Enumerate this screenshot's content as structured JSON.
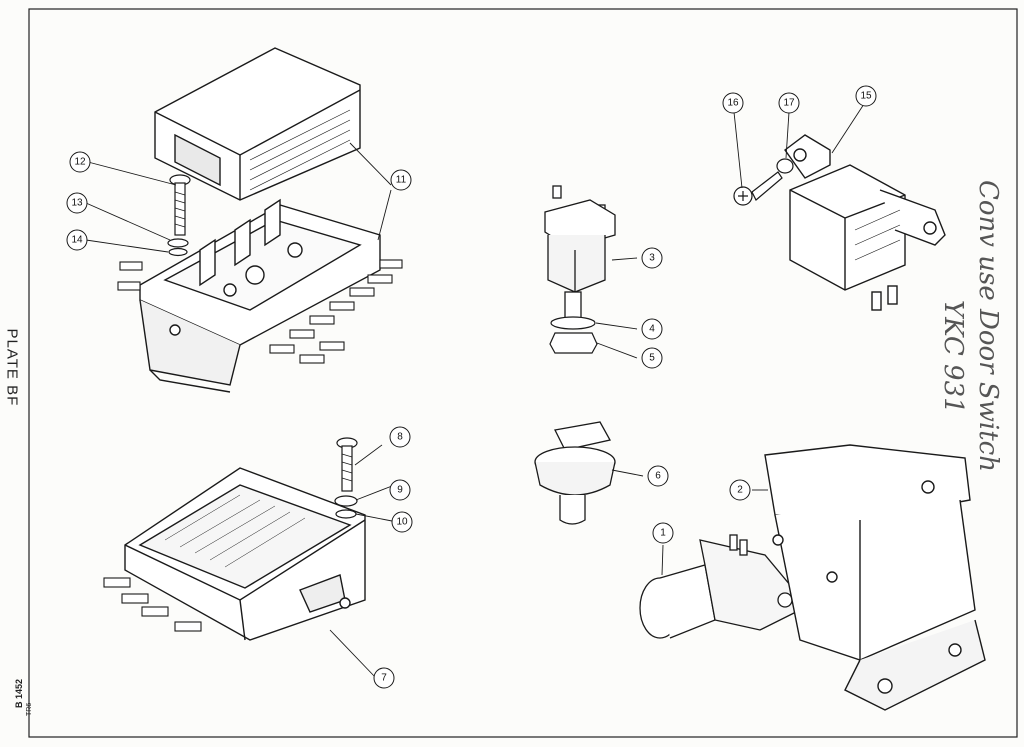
{
  "plate": {
    "title": "PLATE BF",
    "ref": "B 1452",
    "model": "TR6"
  },
  "callouts": [
    "1",
    "2",
    "3",
    "4",
    "5",
    "6",
    "7",
    "8",
    "9",
    "10",
    "11",
    "12",
    "13",
    "14",
    "15",
    "16",
    "17"
  ],
  "handwritten_note": {
    "line1": "Conv use Door Switch",
    "line2": "YKC 931"
  },
  "colors": {
    "ink": "#1a1a1a",
    "paper": "#fcfcfa"
  }
}
